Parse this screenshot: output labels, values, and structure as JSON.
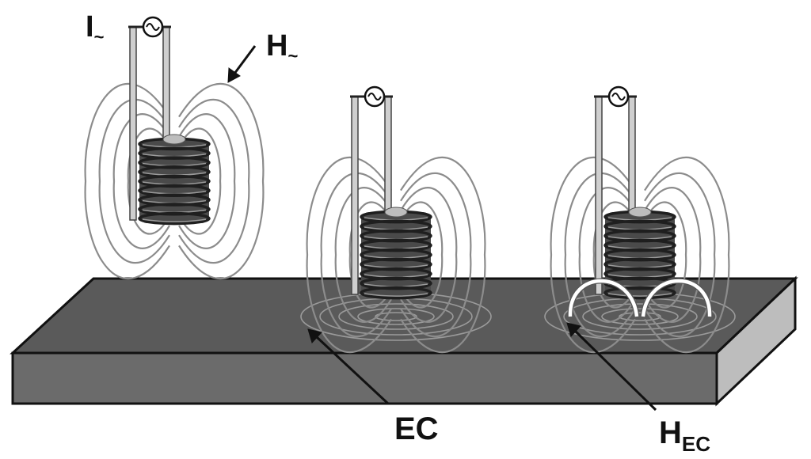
{
  "labels": {
    "current": {
      "main": "I",
      "sub": "~"
    },
    "field": {
      "main": "H",
      "sub": "~"
    },
    "eddy_current": {
      "main": "EC",
      "sub": ""
    },
    "eddy_field": {
      "main": "H",
      "sub": "EC"
    }
  },
  "icons": {
    "source": "ac-source-icon",
    "coil": "coil-icon"
  },
  "colors": {
    "plate_top": "#5a5a5a",
    "plate_front": "#6b6b6b",
    "plate_side": "#bdbdbd",
    "field_lines": "#8c8c8c",
    "eddy_field_lines": "#ffffff",
    "coil": "#3a3a3a",
    "text": "#111111"
  }
}
